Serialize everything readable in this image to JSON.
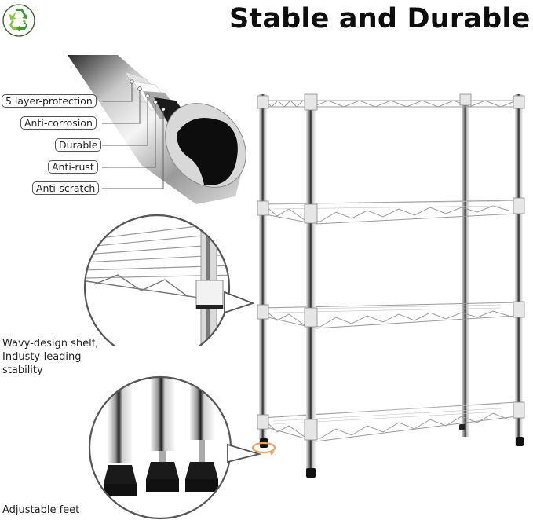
{
  "header": {
    "title": "Stable and Durable",
    "badge_icon": "recycle-icon",
    "badge_colors": {
      "ring": "#3a5a2a",
      "arrow_light": "#8cc63f",
      "arrow_dark": "#3f9a35"
    }
  },
  "tube_callout": {
    "icon": "coated-tube-cross-section",
    "layers": [
      {
        "label": "5 layer-protection"
      },
      {
        "label": "Anti-corrosion"
      },
      {
        "label": "Durable"
      },
      {
        "label": "Anti-rust"
      },
      {
        "label": "Anti-scratch"
      }
    ]
  },
  "features": [
    {
      "caption_lines": [
        "Wavy-design shelf,",
        "Industy-leading",
        "stability"
      ],
      "icon": "wavy-shelf-closeup"
    },
    {
      "caption_lines": [
        "Adjustable feet"
      ],
      "icon": "adjustable-feet-closeup"
    }
  ],
  "product": {
    "name_icon": "wire-shelving-unit",
    "shelf_count": 4,
    "rotate_indicator_color": "#f0a060"
  }
}
